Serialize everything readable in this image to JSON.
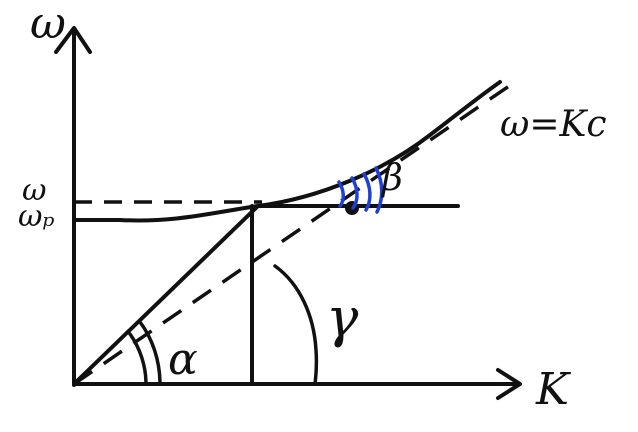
{
  "diagram": {
    "labels": {
      "y_axis": "ω",
      "x_axis": "K",
      "omega_level": "ω",
      "omega_p": "ωₚ",
      "asymptote": "ω=Kc",
      "alpha": "α",
      "gamma": "γ",
      "beta": "β"
    },
    "colors": {
      "ink": "#111111",
      "beta_marks": "#1f3fd6"
    }
  }
}
